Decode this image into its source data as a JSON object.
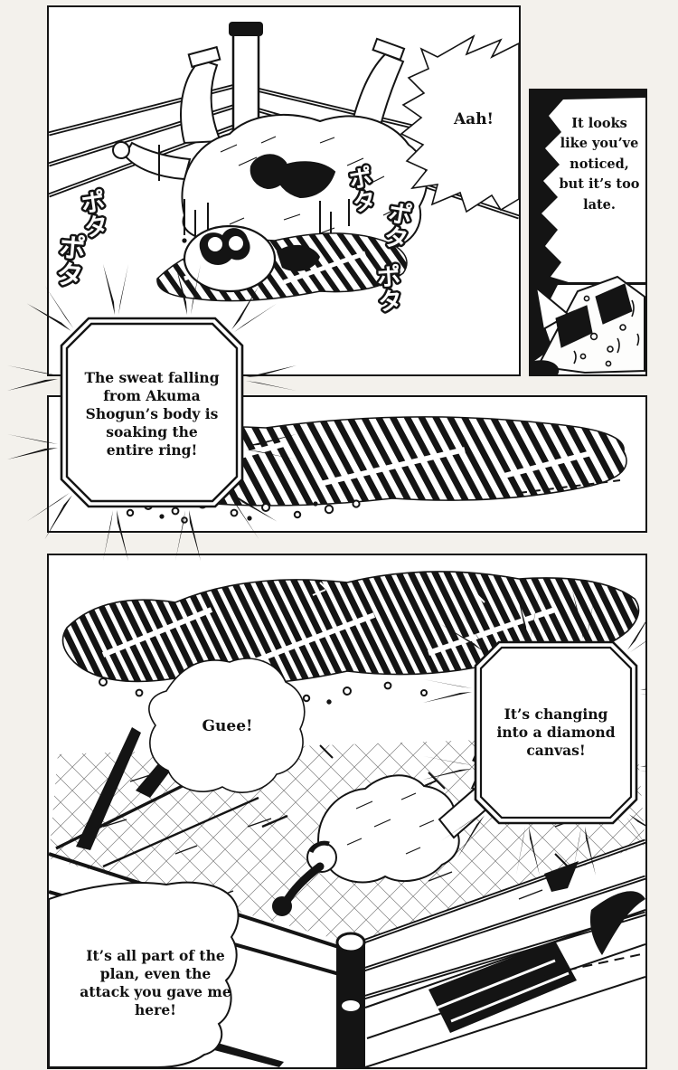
{
  "page": {
    "title": "manga page"
  },
  "colors": {
    "ink": "#141414",
    "paper": "#f3f1ec",
    "panel_bg": "#ffffff"
  },
  "sfx": {
    "pota": "ポタ"
  },
  "panel_top": {
    "aah_bubble": "Aah!",
    "sweat_bubble": "The sweat falling from Akuma Shogun’s body is soaking the entire ring!"
  },
  "panel_right": {
    "caption": "It looks like you’ve noticed, but it’s too late."
  },
  "panel_bottom": {
    "guee_bubble": "Guee!",
    "diamond_bubble": "It’s changing into a diamond canvas!",
    "plan_bubble": "It’s all part of the plan, even the attack you gave me here!"
  }
}
